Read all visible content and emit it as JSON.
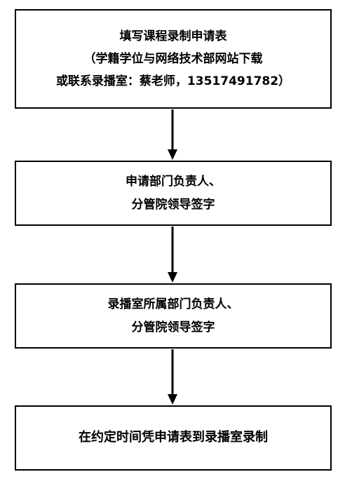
{
  "flowchart": {
    "steps": [
      {
        "lines": [
          "填写课程录制申请表",
          "（学籍学位与网络技术部网站下载",
          "或联系录播室：蔡老师，13517491782）"
        ]
      },
      {
        "lines": [
          "申请部门负责人、",
          "分管院领导签字"
        ]
      },
      {
        "lines": [
          "录播室所属部门负责人、",
          "分管院领导签字"
        ]
      },
      {
        "lines": [
          "在约定时间凭申请表到录播室录制"
        ]
      }
    ],
    "colors": {
      "border": "#000000",
      "text": "#000000",
      "background": "#ffffff"
    }
  }
}
